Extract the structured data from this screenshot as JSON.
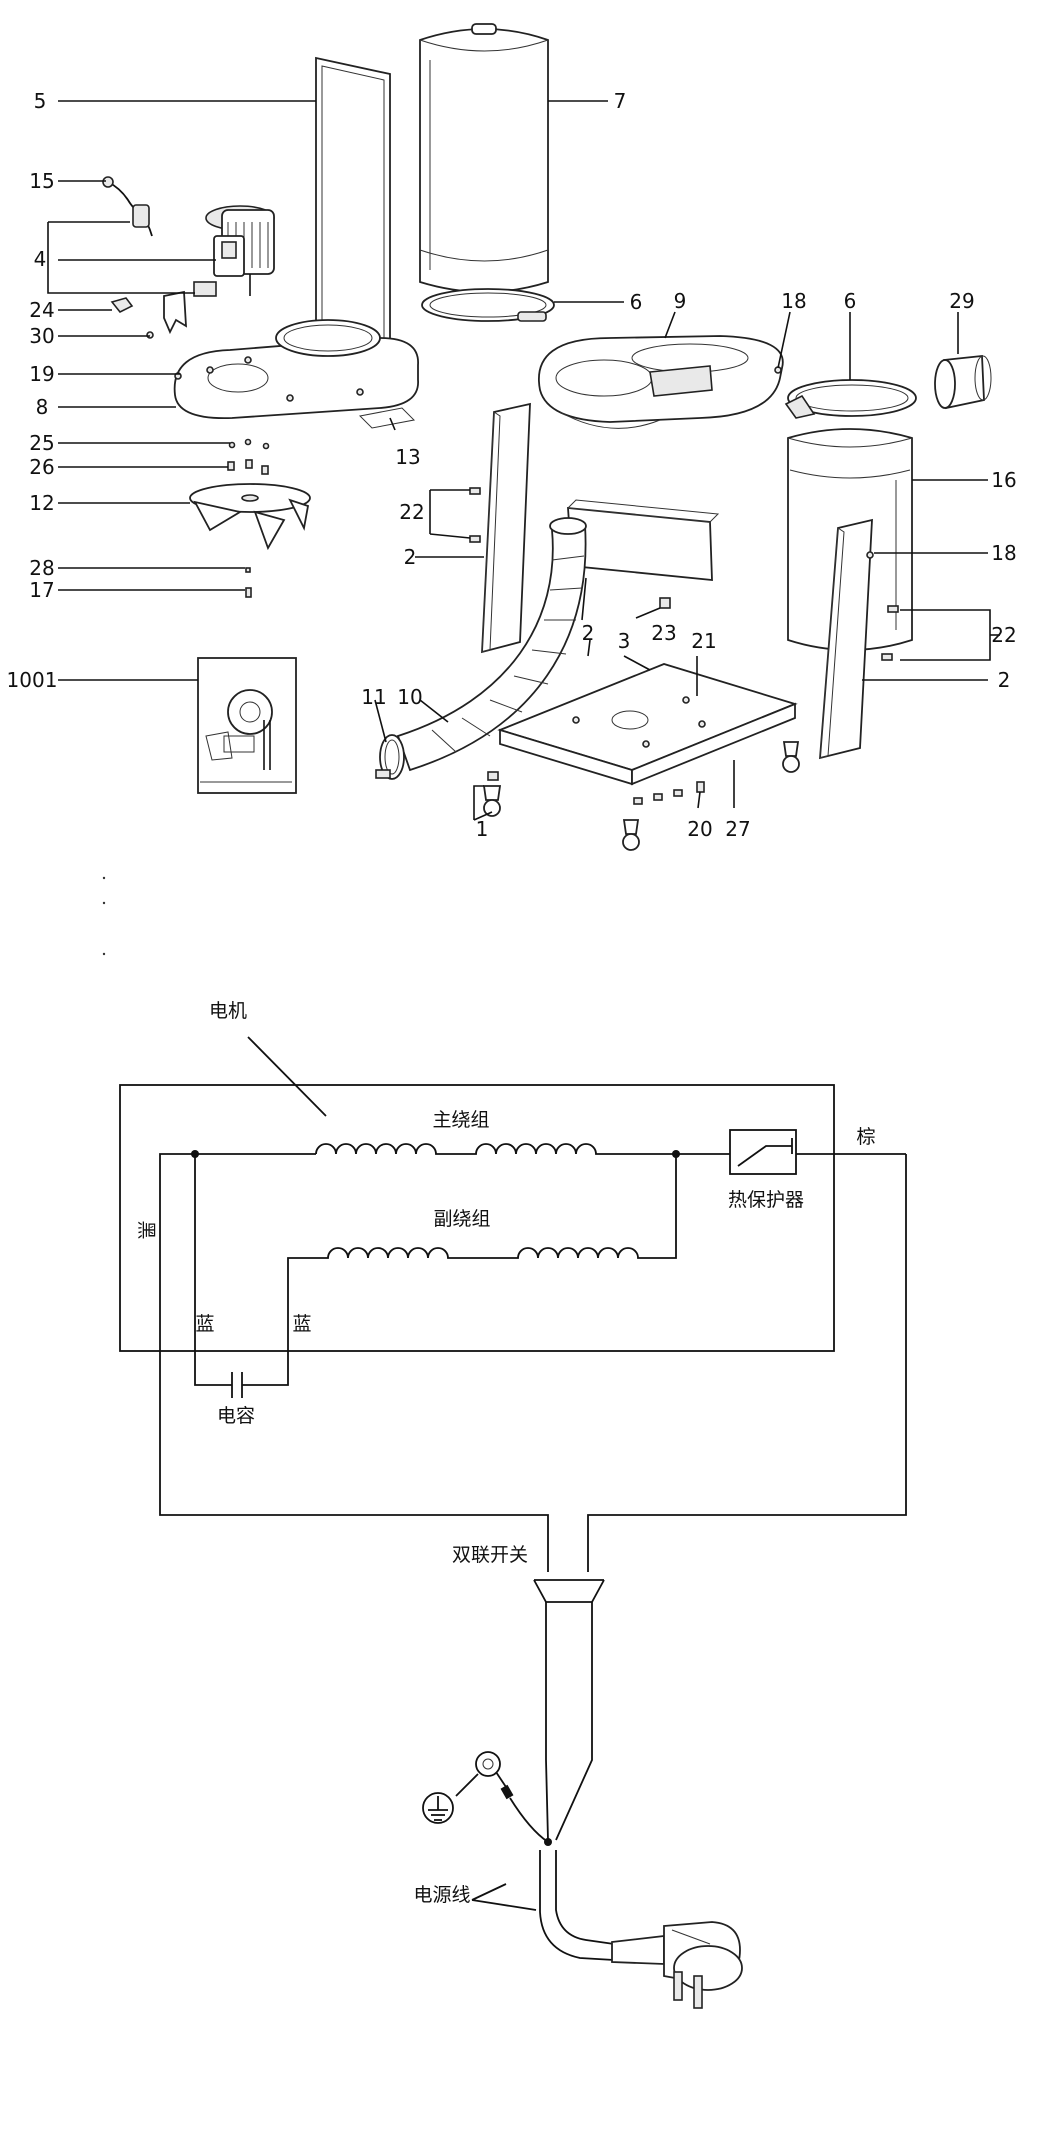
{
  "parts_diagram": {
    "callouts": {
      "p5": "5",
      "p7": "7",
      "p15": "15",
      "p4": "4",
      "p24": "24",
      "p30": "30",
      "p19": "19",
      "p8": "8",
      "p13": "13",
      "p6a": "6",
      "p9": "9",
      "p18a": "18",
      "p6b": "6",
      "p29": "29",
      "p25": "25",
      "p26": "26",
      "p12": "12",
      "p22a": "22",
      "p2a": "2",
      "p16": "16",
      "p18b": "18",
      "p28": "28",
      "p17": "17",
      "p2b": "2",
      "p23": "23",
      "p3": "3",
      "p21": "21",
      "p22b": "22",
      "p1001": "1001",
      "p11": "11",
      "p10": "10",
      "p2c": "2",
      "p1": "1",
      "p20": "20",
      "p27": "27"
    }
  },
  "wiring_diagram": {
    "motor": "电机",
    "main_winding": "主绕组",
    "aux_winding": "副绕组",
    "black": "黑",
    "brown": "棕",
    "thermal_protector": "热保护器",
    "blue_left": "蓝",
    "blue_right": "蓝",
    "capacitor": "电容",
    "double_switch": "双联开关",
    "power_cord": "电源线"
  }
}
